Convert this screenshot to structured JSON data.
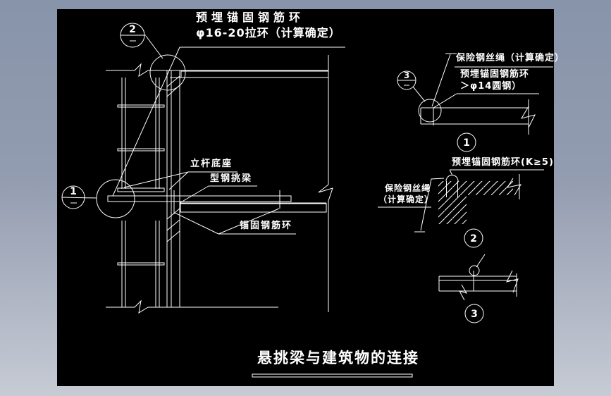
{
  "drawing": {
    "title": "悬挑梁与建筑物的连接",
    "main": {
      "note_line1": "预埋锚固钢筋环",
      "note_line2": "φ16-20拉环（计算确定）",
      "pole_base": "立杆底座",
      "steel_cantilever_beam": "型钢挑梁",
      "anchor_rebar_ring": "锚固钢筋环",
      "balloon_top": "2",
      "balloon_left": "1"
    },
    "detail1": {
      "wire_rope_note": "保险钢丝绳（计算确定）",
      "anchor_note_line1": "预埋锚固钢筋环",
      "anchor_note_line2": "＞φ14圆钢）",
      "balloon": "3",
      "number": "1"
    },
    "detail2": {
      "anchor_note": "预埋锚固钢筋环(K≥5)",
      "wire_rope_line1": "保险钢丝绳",
      "wire_rope_line2": "（计算确定）",
      "number": "2"
    },
    "detail3": {
      "number": "3"
    },
    "colors": {
      "canvas_background": "#000000",
      "line_color": "#ffffff",
      "frame_top": "#8794aa",
      "frame_bottom": "#c6cbd4"
    }
  }
}
